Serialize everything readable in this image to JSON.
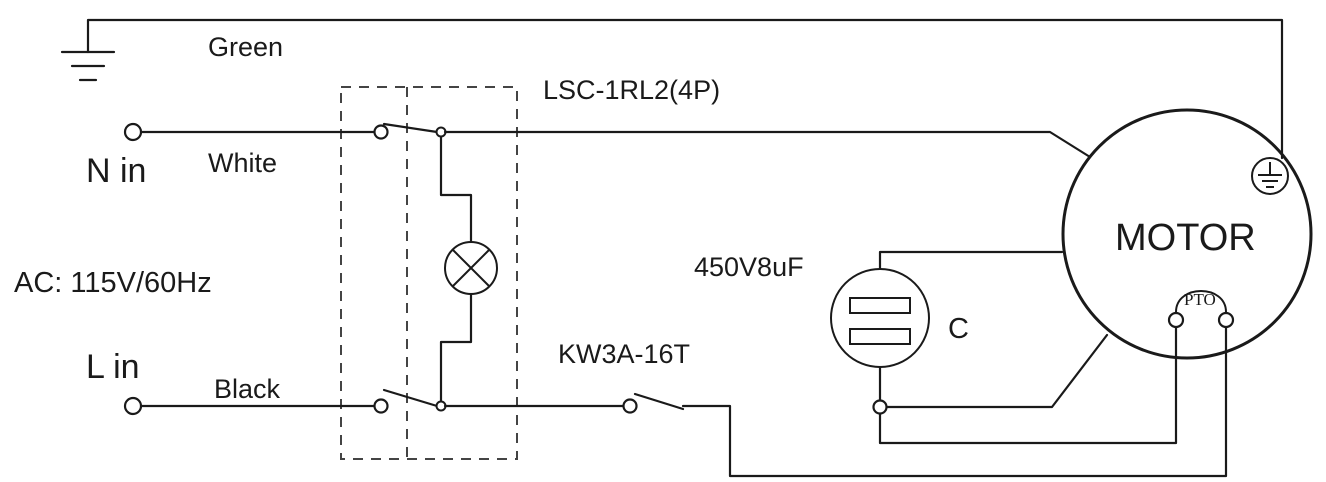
{
  "labels": {
    "ground_wire": "Green",
    "relay": "LSC-1RL2(4P)",
    "neutral_in": "N in",
    "neutral_wire": "White",
    "supply": "AC: 115V/60Hz",
    "line_in": "L in",
    "line_wire": "Black",
    "thermostat": "KW3A-16T",
    "capacitor_rating": "450V8uF",
    "capacitor": "C",
    "motor": "MOTOR",
    "pto": "PTO"
  }
}
